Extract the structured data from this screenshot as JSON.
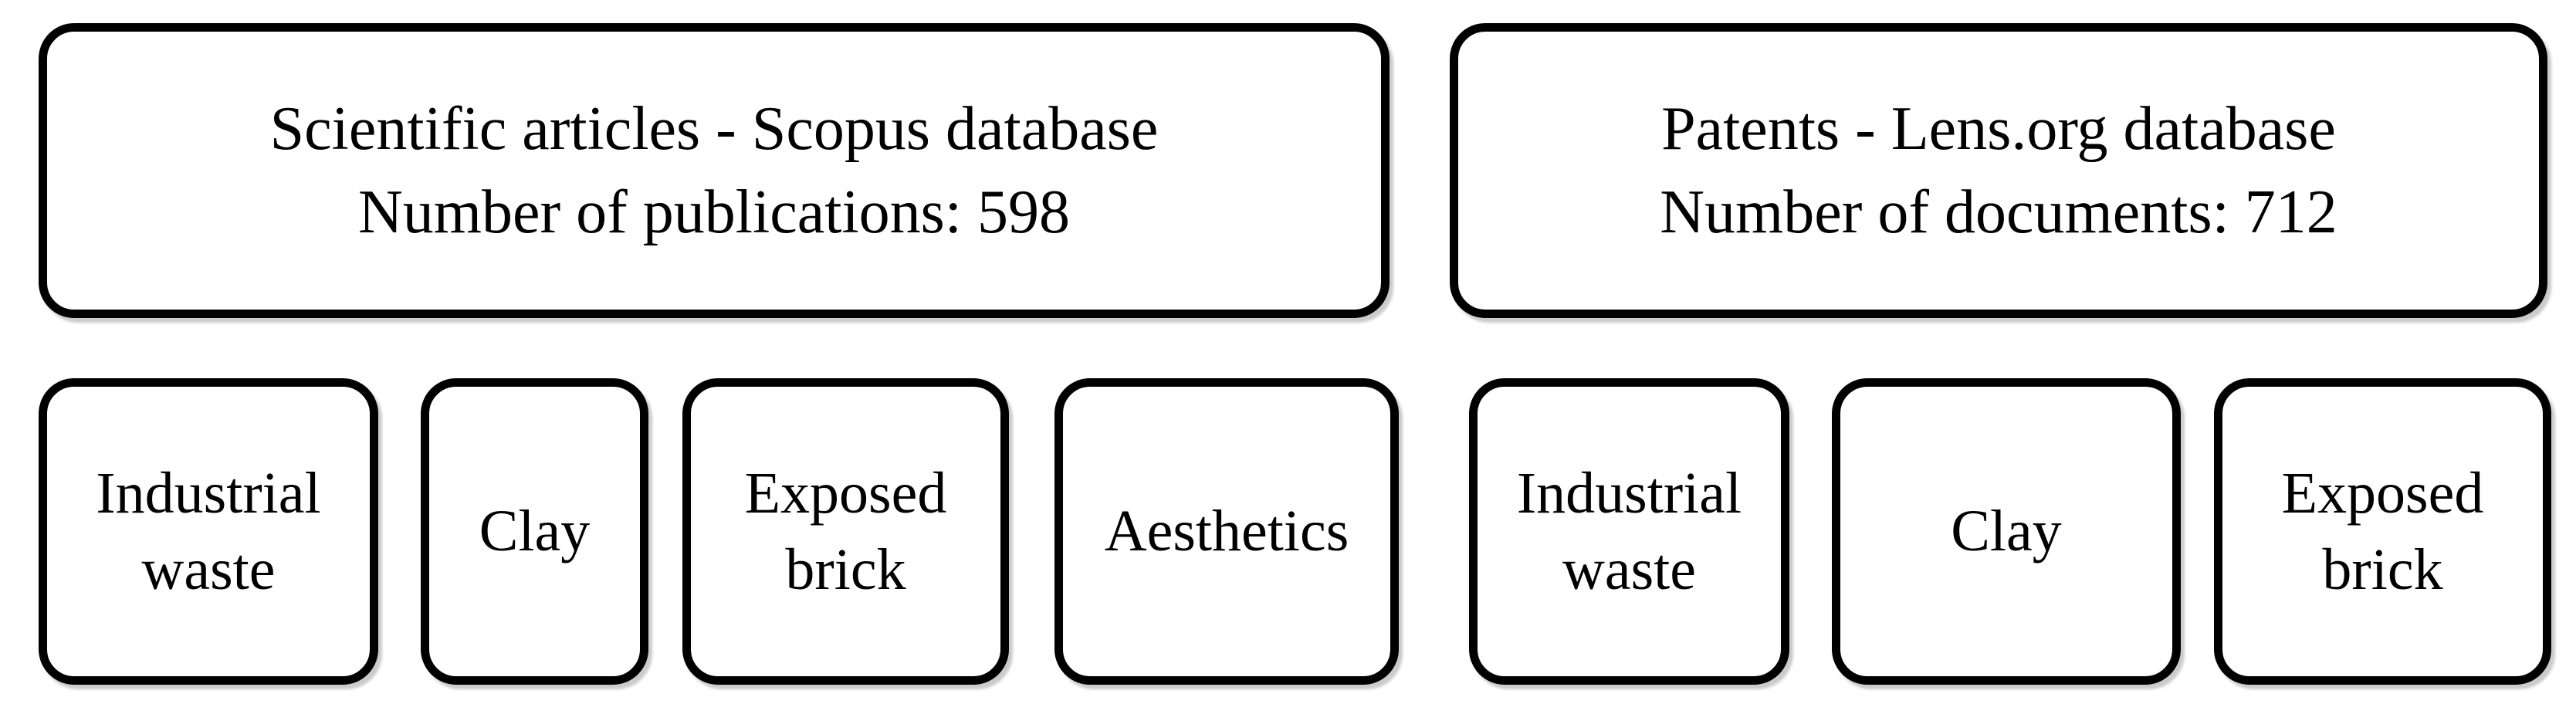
{
  "diagram": {
    "sources": [
      {
        "title": "Scientific articles - Scopus database",
        "count_label": "Number of publications: 598"
      },
      {
        "title": "Patents - Lens.org database",
        "count_label": "Number of documents: 712"
      }
    ],
    "scopus_keywords": [
      "Industrial waste",
      "Clay",
      "Exposed brick",
      "Aesthetics"
    ],
    "lens_keywords": [
      "Industrial waste",
      "Clay",
      "Exposed brick"
    ]
  },
  "colors": {
    "border": "#000000",
    "background": "#ffffff",
    "text": "#000000",
    "shadow": "#a0a0a0"
  }
}
